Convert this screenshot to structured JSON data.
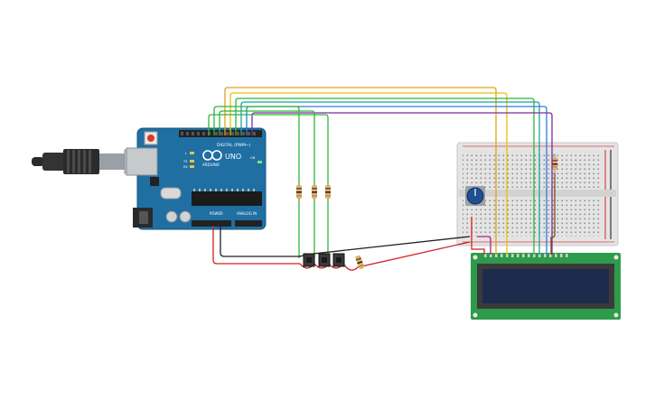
{
  "arduino": {
    "brand_label": "ARDUINO",
    "model_label": "UNO",
    "digital_label": "DIGITAL (PWM~)",
    "power_label": "POWER",
    "analog_label": "ANALOG IN",
    "tx_label": "TX",
    "rx_label": "RX",
    "l_label": "L",
    "on_label": "ON"
  },
  "colors": {
    "wire_green": "#2fb53a",
    "wire_yellow": "#e6c200",
    "wire_orange": "#e3a21a",
    "wire_teal": "#1fa3a3",
    "wire_blue": "#2a7fd4",
    "wire_purple": "#7b2f9c",
    "wire_red": "#d41f1f",
    "wire_black": "#222222",
    "wire_brown": "#7a4a1e",
    "board_blue": "#1f6fa3",
    "lcd_green": "#2e9b4a",
    "lcd_screen": "#1d2b4d"
  }
}
